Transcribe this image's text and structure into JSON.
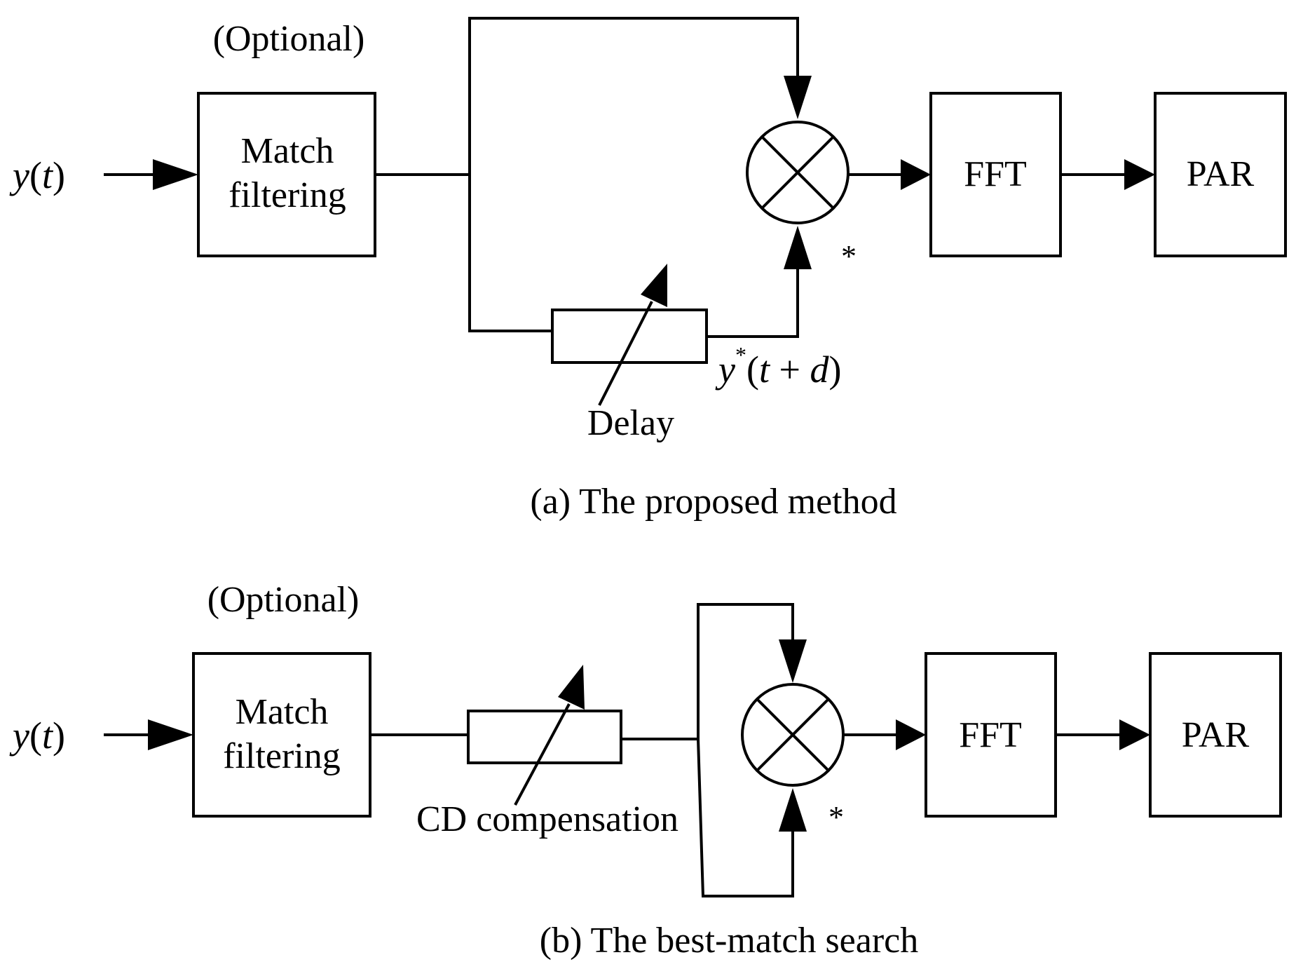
{
  "panel_a": {
    "input": {
      "var": "y",
      "arg": "t"
    },
    "optional_label": "(Optional)",
    "match_label_line1": "Match",
    "match_label_line2": "filtering",
    "fft_label": "FFT",
    "par_label": "PAR",
    "conjugate_mark": "*",
    "delay_label": "Delay",
    "delayed_signal": {
      "var": "y",
      "sup": "*",
      "open": "(",
      "t": "t",
      "plus": " + ",
      "d": "d",
      "close": ")"
    },
    "caption": "(a) The proposed method"
  },
  "panel_b": {
    "input": {
      "var": "y",
      "arg": "t"
    },
    "optional_label": "(Optional)",
    "match_label_line1": "Match",
    "match_label_line2": "filtering",
    "fft_label": "FFT",
    "par_label": "PAR",
    "conjugate_mark": "*",
    "cd_label": "CD compensation",
    "caption": "(b) The best-match search"
  }
}
